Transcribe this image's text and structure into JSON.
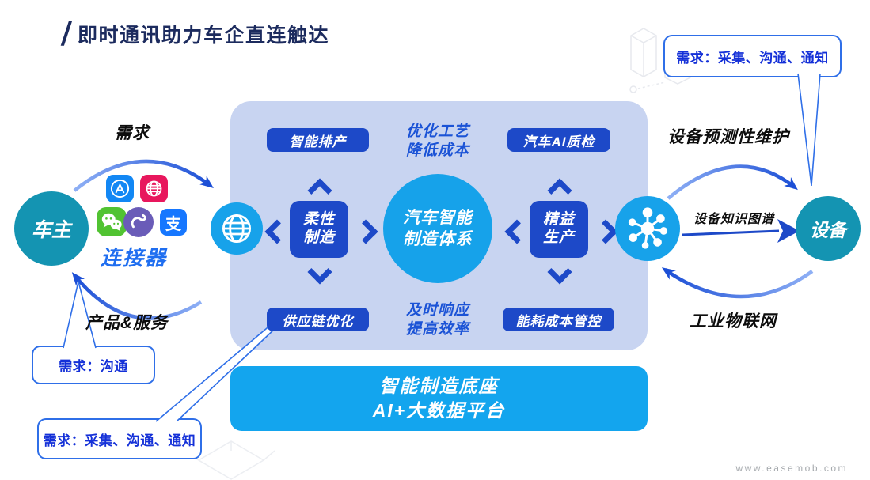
{
  "title": {
    "slash": "/",
    "text": "即时通讯助力车企直连触达"
  },
  "callouts": {
    "top_right": "需求：采集、沟通、通知",
    "mid_left": "需求：沟通",
    "bottom_left": "需求：采集、沟通、通知"
  },
  "left_flow": {
    "demand_label": "需求",
    "owner_circle_label": "车主",
    "connector_label": "连接器",
    "product_service_label": "产品&服务",
    "alipay_glyph": "支"
  },
  "panel": {
    "pill_top_left": "智能排产",
    "note_top_line1": "优化工艺",
    "note_top_line2": "降低成本",
    "pill_top_right": "汽车AI质检",
    "box_left_line1": "柔性",
    "box_left_line2": "制造",
    "center_circle_line1": "汽车智能",
    "center_circle_line2": "制造体系",
    "box_right_line1": "精益",
    "box_right_line2": "生产",
    "pill_bottom_left": "供应链优化",
    "note_bottom_line1": "及时响应",
    "note_bottom_line2": "提高效率",
    "pill_bottom_right": "能耗成本管控"
  },
  "base_bar": {
    "line1": "智能制造底座",
    "line2": "AI+大数据平台"
  },
  "right_flow": {
    "predictive_label": "设备预测性维护",
    "knowledge_label": "设备知识图谱",
    "device_circle_label": "设备",
    "iiot_label": "工业物联网"
  },
  "footer": {
    "url": "www.easemob.com"
  },
  "colors": {
    "title_navy": "#1c2b5e",
    "dark_pill_blue": "#1d49c8",
    "bright_blue": "#17a2ea",
    "teal": "#1494b2",
    "panel_blue": "#c8d4f1",
    "base_bar_blue": "#13a5ee",
    "callout_text_blue": "#1430d8",
    "callout_border_blue": "#2f6fe8",
    "arrow_blue": "#1c4fd6",
    "wechat_green": "#51c332",
    "appstore_blue": "#1287f4",
    "globe_pink": "#e8175d",
    "scurve_purple": "#6a5cb8",
    "alipay_blue": "#1677ff"
  }
}
